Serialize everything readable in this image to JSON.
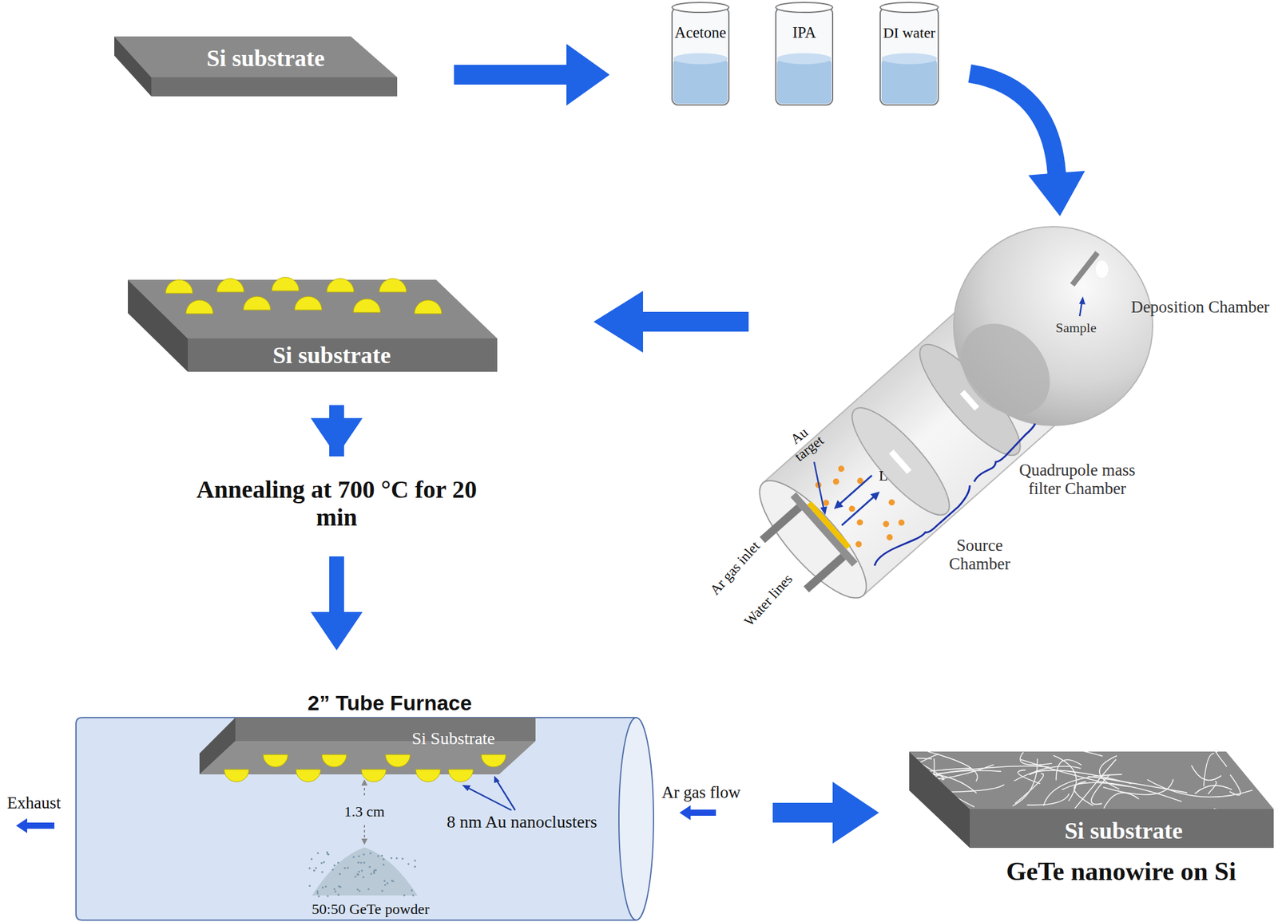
{
  "diagram": {
    "nodes": [
      {
        "text": [
          "Si substrate"
        ]
      },
      {
        "text": [
          "Acetone"
        ]
      },
      {
        "text": [
          "IPA"
        ]
      },
      {
        "text": [
          "DI water"
        ]
      },
      {
        "text": [
          "Deposition Chamber",
          "Sample"
        ]
      },
      {
        "text": [
          "Si substrate"
        ]
      },
      {
        "text": [
          "2” Tube Furnace"
        ]
      },
      {
        "text": [
          "Si Substrate"
        ],
        "in": 6
      },
      {
        "text": [
          "Si substrate",
          "GeTe nanowire on Si"
        ]
      }
    ],
    "edges": [
      {
        "from": 0,
        "to": 1,
        "arrow": "to"
      },
      {
        "from": 3,
        "to": 4,
        "arrow": "to"
      },
      {
        "from": 4,
        "to": 5,
        "arrow": "to"
      },
      {
        "from": 5,
        "to": 6,
        "arrow": "to",
        "label": "Annealing at 700 °C for 20 min"
      },
      {
        "from": 6,
        "to": 8,
        "arrow": "to"
      }
    ],
    "labels": [
      "Au target",
      "L",
      "Ar gas inlet",
      "Water lines",
      "Source Chamber",
      "Quadrupole mass filter Chamber",
      "Exhaust",
      "1.3 cm",
      "8 nm Au nanoclusters",
      "Ar gas flow",
      "50:50 GeTe powder"
    ]
  }
}
